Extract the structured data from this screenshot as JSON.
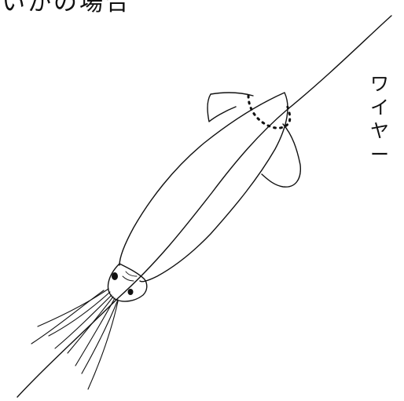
{
  "title": "いかの場合",
  "wire_label": {
    "chars": [
      "ワ",
      "イ",
      "ヤ",
      "ー"
    ]
  },
  "colors": {
    "ink": "#111111",
    "background": "#ffffff"
  }
}
